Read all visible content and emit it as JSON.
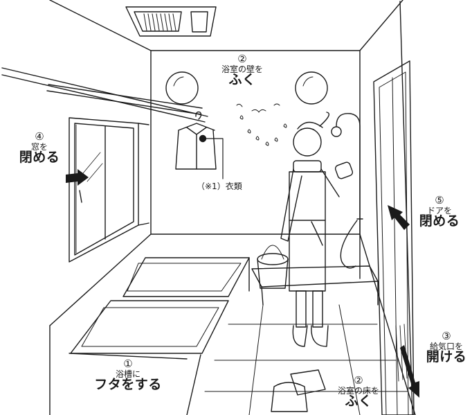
{
  "labels": {
    "s1": {
      "num": "①",
      "sub": "浴槽に",
      "act": "フタをする"
    },
    "s2_wall": {
      "num": "②",
      "sub": "浴室の壁を",
      "act": "ふく"
    },
    "s2_floor": {
      "num": "②",
      "sub": "浴室の床を",
      "act": "ふく"
    },
    "s3": {
      "num": "③",
      "sub": "給気口を",
      "act": "開ける"
    },
    "s4": {
      "num": "④",
      "sub": "窓を",
      "act": "閉める"
    },
    "s5": {
      "num": "⑤",
      "sub": "ドアを",
      "act": "閉める"
    }
  },
  "clothing_note": "（※1）衣類",
  "colors": {
    "line": "#1a1a1a",
    "shade": "#d9d9d9",
    "paper": "#ffffff"
  }
}
